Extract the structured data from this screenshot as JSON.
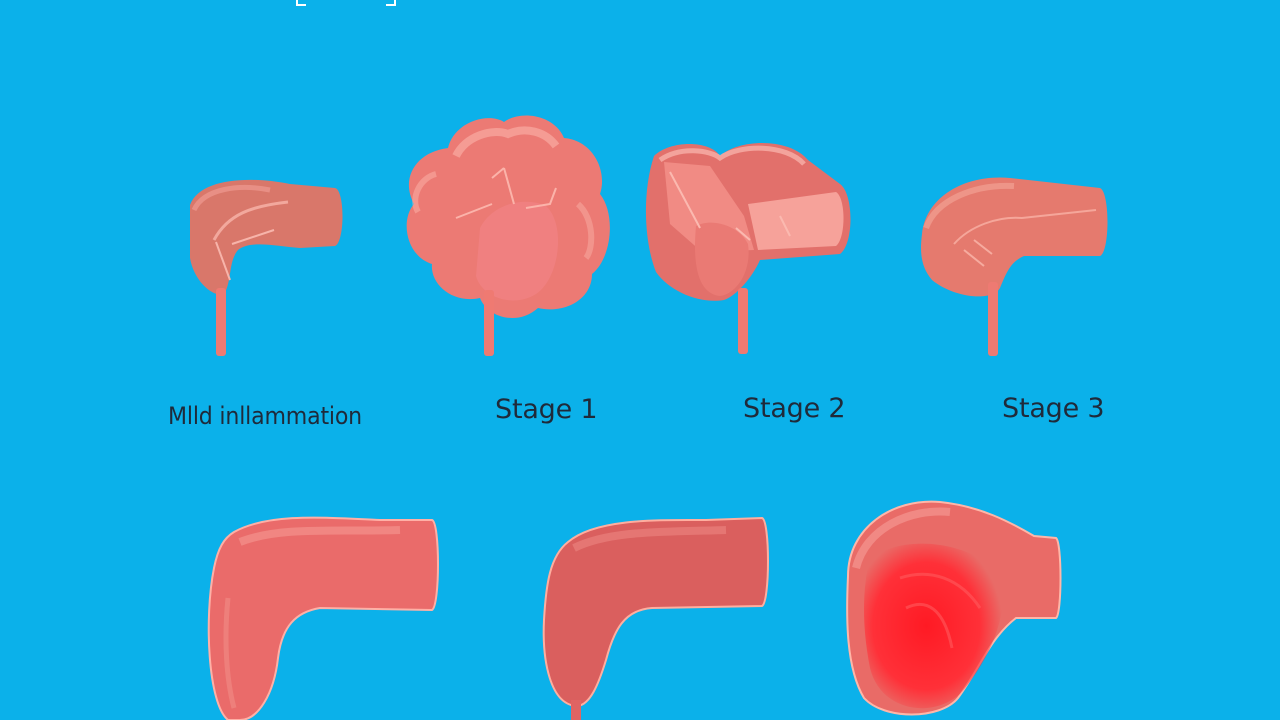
{
  "labels": {
    "mild": "Mlld inllammation",
    "stage1": "Stage 1",
    "stage2": "Stage 2",
    "stage3": "Stage 3"
  },
  "colors": {
    "background": "#0bb1ea",
    "tissue": "#ec6e6c",
    "tissue_light": "#f5948f",
    "tissue_dark": "#d95a58",
    "inflamed": "#ff1e28",
    "label_text": "#1f2a3a"
  }
}
